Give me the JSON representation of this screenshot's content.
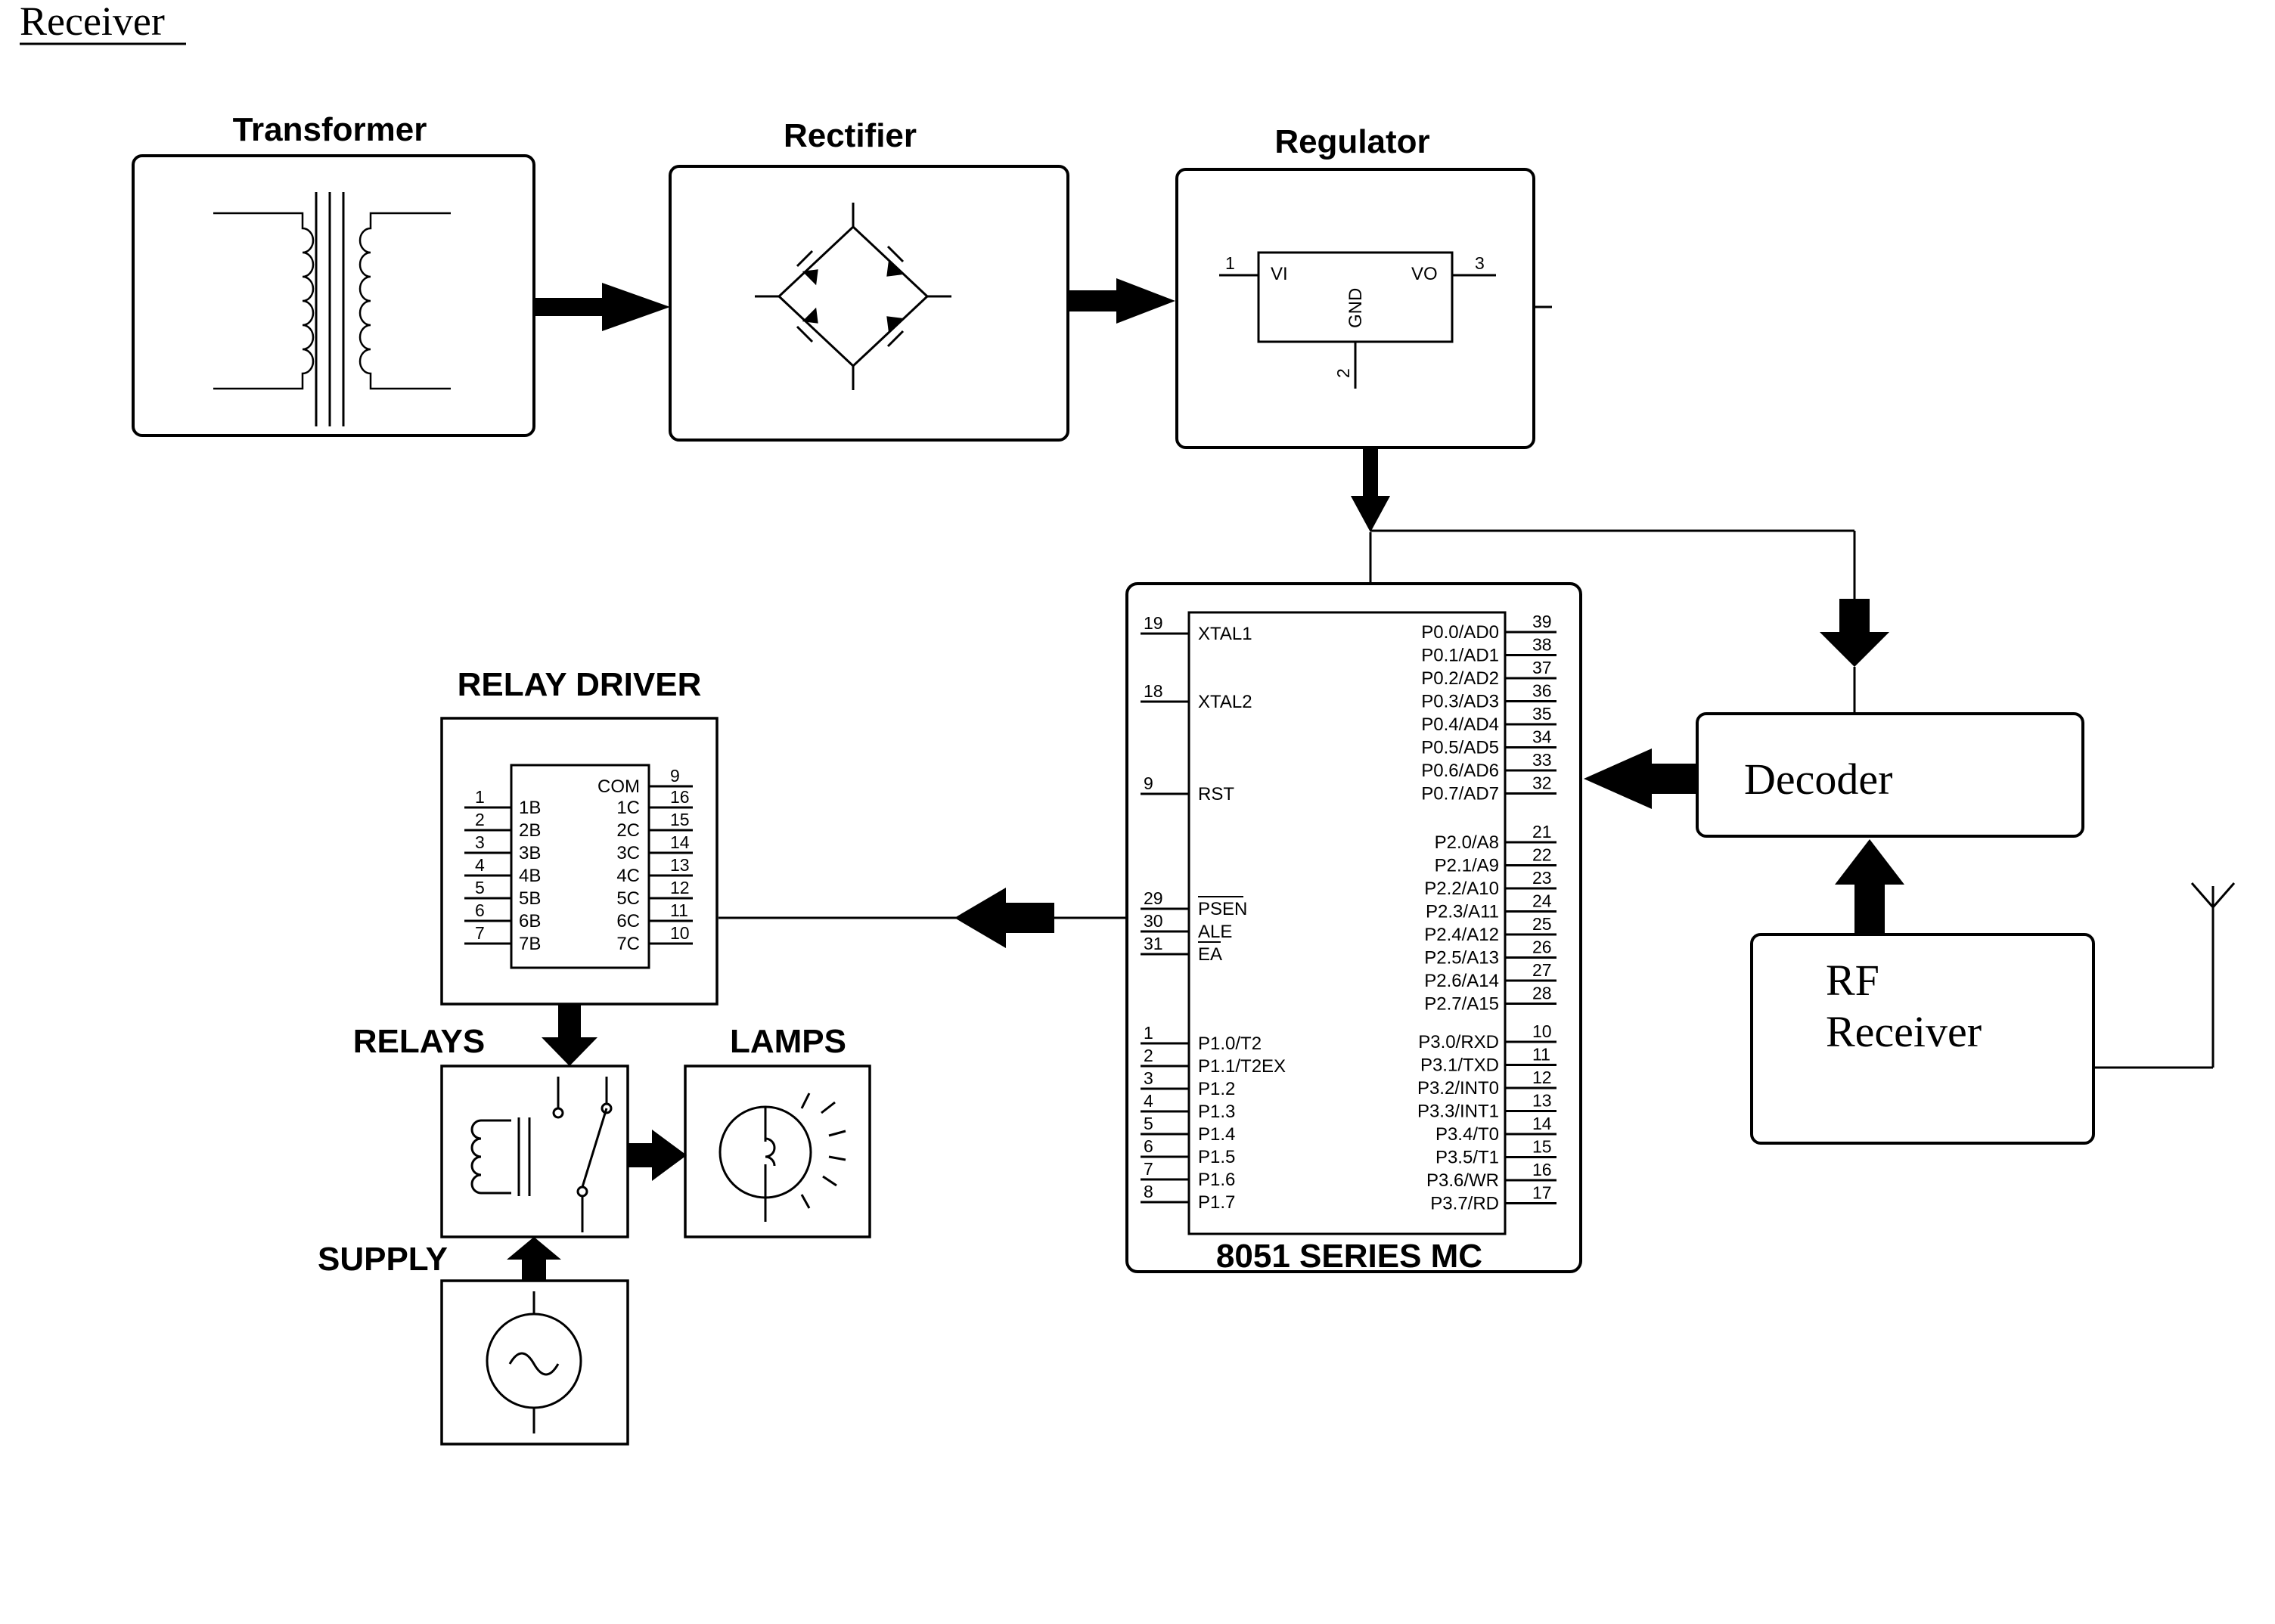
{
  "page_title": "Receiver",
  "blocks": {
    "transformer": "Transformer",
    "rectifier": "Rectifier",
    "regulator": "Regulator",
    "relay_driver": "RELAY DRIVER",
    "relays": "RELAYS",
    "lamps": "LAMPS",
    "supply": "SUPPLY",
    "mcu": "8051 SERIES MC",
    "decoder": "Decoder",
    "rf_line1": "RF",
    "rf_line2": "Receiver"
  },
  "regulator_ic": {
    "vi": "VI",
    "vo": "VO",
    "gnd": "GND",
    "pin_in": "1",
    "pin_out": "3",
    "pin_gnd": "2"
  },
  "relay_driver_ic": {
    "com": "COM",
    "com_pin": "9",
    "inputs": [
      {
        "pin": "1",
        "name": "1B"
      },
      {
        "pin": "2",
        "name": "2B"
      },
      {
        "pin": "3",
        "name": "3B"
      },
      {
        "pin": "4",
        "name": "4B"
      },
      {
        "pin": "5",
        "name": "5B"
      },
      {
        "pin": "6",
        "name": "6B"
      },
      {
        "pin": "7",
        "name": "7B"
      }
    ],
    "outputs": [
      {
        "pin": "16",
        "name": "1C"
      },
      {
        "pin": "15",
        "name": "2C"
      },
      {
        "pin": "14",
        "name": "3C"
      },
      {
        "pin": "13",
        "name": "4C"
      },
      {
        "pin": "12",
        "name": "5C"
      },
      {
        "pin": "11",
        "name": "6C"
      },
      {
        "pin": "10",
        "name": "7C"
      }
    ]
  },
  "mcu_ic": {
    "left_pins": [
      {
        "pin": "19",
        "name": "XTAL1"
      },
      {
        "pin": "18",
        "name": "XTAL2"
      },
      {
        "pin": "9",
        "name": "RST"
      },
      {
        "pin": "29",
        "name": "PSEN"
      },
      {
        "pin": "30",
        "name": "ALE"
      },
      {
        "pin": "31",
        "name": "EA"
      },
      {
        "pin": "1",
        "name": "P1.0/T2"
      },
      {
        "pin": "2",
        "name": "P1.1/T2EX"
      },
      {
        "pin": "3",
        "name": "P1.2"
      },
      {
        "pin": "4",
        "name": "P1.3"
      },
      {
        "pin": "5",
        "name": "P1.4"
      },
      {
        "pin": "6",
        "name": "P1.5"
      },
      {
        "pin": "7",
        "name": "P1.6"
      },
      {
        "pin": "8",
        "name": "P1.7"
      }
    ],
    "right_pins": [
      {
        "pin": "39",
        "name": "P0.0/AD0"
      },
      {
        "pin": "38",
        "name": "P0.1/AD1"
      },
      {
        "pin": "37",
        "name": "P0.2/AD2"
      },
      {
        "pin": "36",
        "name": "P0.3/AD3"
      },
      {
        "pin": "35",
        "name": "P0.4/AD4"
      },
      {
        "pin": "34",
        "name": "P0.5/AD5"
      },
      {
        "pin": "33",
        "name": "P0.6/AD6"
      },
      {
        "pin": "32",
        "name": "P0.7/AD7"
      },
      {
        "pin": "21",
        "name": "P2.0/A8"
      },
      {
        "pin": "22",
        "name": "P2.1/A9"
      },
      {
        "pin": "23",
        "name": "P2.2/A10"
      },
      {
        "pin": "24",
        "name": "P2.3/A11"
      },
      {
        "pin": "25",
        "name": "P2.4/A12"
      },
      {
        "pin": "26",
        "name": "P2.5/A13"
      },
      {
        "pin": "27",
        "name": "P2.6/A14"
      },
      {
        "pin": "28",
        "name": "P2.7/A15"
      },
      {
        "pin": "10",
        "name": "P3.0/RXD"
      },
      {
        "pin": "11",
        "name": "P3.1/TXD"
      },
      {
        "pin": "12",
        "name": "P3.2/INT0"
      },
      {
        "pin": "13",
        "name": "P3.3/INT1"
      },
      {
        "pin": "14",
        "name": "P3.4/T0"
      },
      {
        "pin": "15",
        "name": "P3.5/T1"
      },
      {
        "pin": "16",
        "name": "P3.6/WR"
      },
      {
        "pin": "17",
        "name": "P3.7/RD"
      }
    ]
  }
}
